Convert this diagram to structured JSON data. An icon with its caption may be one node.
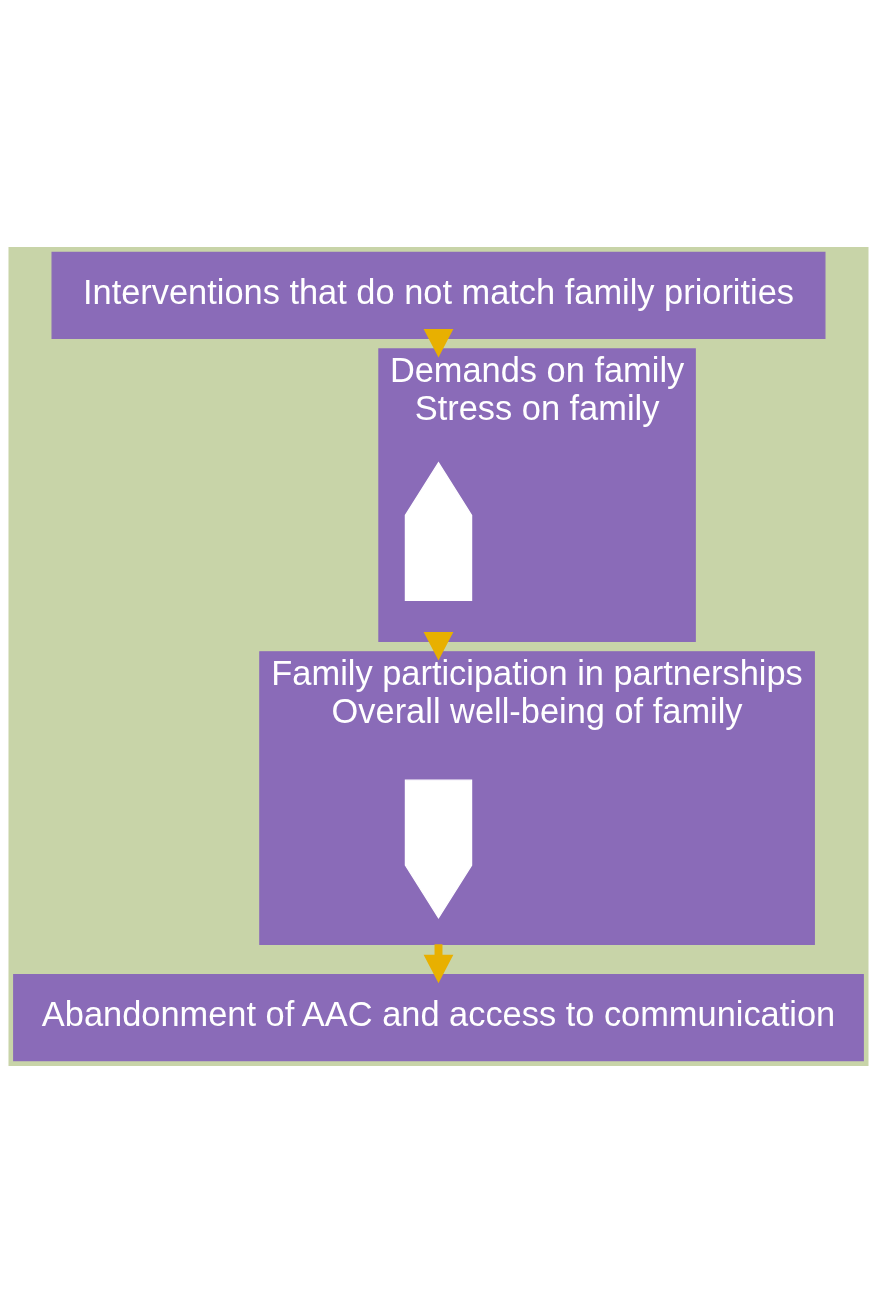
{
  "diagram": {
    "nodes": [
      {
        "text": [
          "Interventions that do not match family priorities"
        ]
      },
      {
        "text": [
          "Demands on family",
          "Stress on family"
        ]
      },
      {
        "text": [],
        "shape": "uparrow",
        "in": 1
      },
      {
        "text": [
          "Family participation in partnerships",
          "Overall well-being of family"
        ]
      },
      {
        "text": [],
        "shape": "downarrow",
        "in": 3
      },
      {
        "text": [
          "Abandonment of AAC and access to communication"
        ]
      }
    ],
    "edges": [
      {
        "from": 0,
        "to": 1,
        "arrow": "to"
      },
      {
        "from": 1,
        "to": 3,
        "arrow": "to"
      },
      {
        "from": 3,
        "to": 5,
        "arrow": "to"
      }
    ]
  }
}
